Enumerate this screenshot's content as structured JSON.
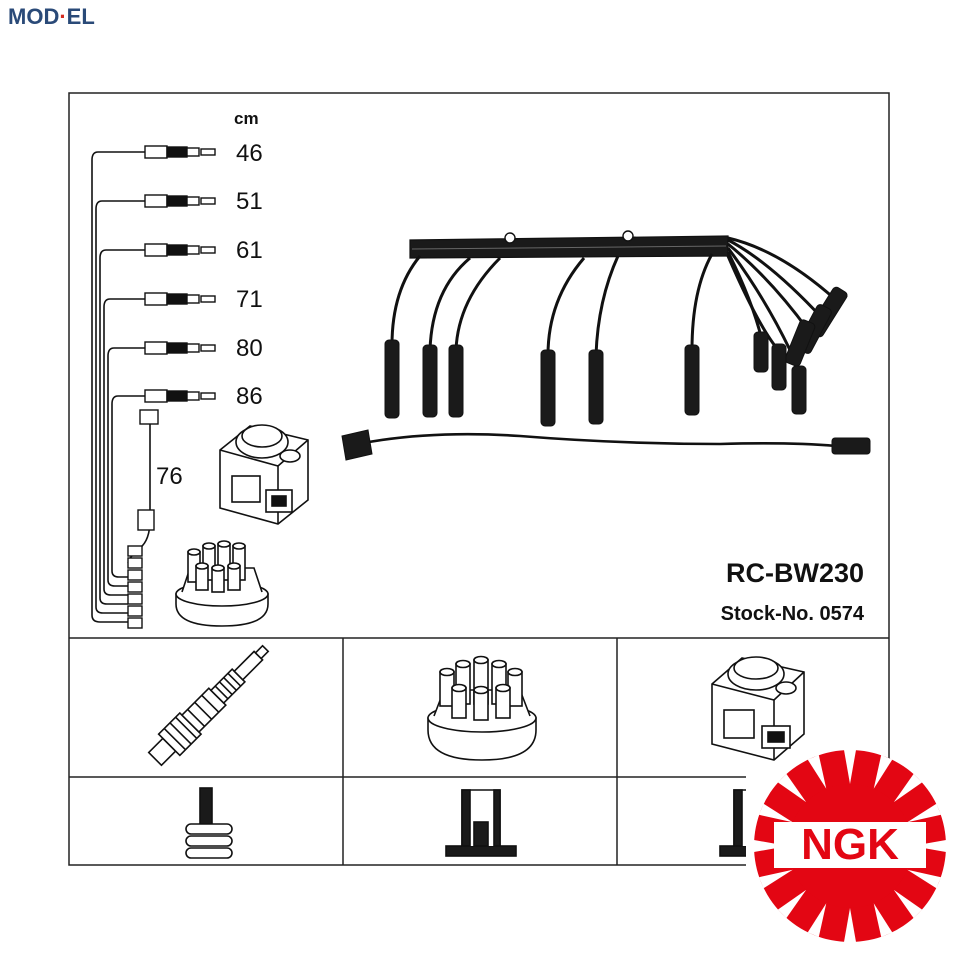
{
  "brand": {
    "left": "MOD",
    "dot": "·",
    "right": "EL",
    "color_dark": "#2a4a78",
    "color_accent": "#d42a1e"
  },
  "diagram": {
    "unit_label": "cm",
    "lengths": [
      "46",
      "51",
      "61",
      "71",
      "80",
      "86"
    ],
    "coil_lead_length": "76",
    "part_code": "RC-BW230",
    "stock_number": "Stock-No. 0574"
  },
  "components": {
    "top_row": [
      "spark-plug",
      "distributor-cap",
      "ignition-coil"
    ],
    "bottom_row": [
      "plug-terminal-screw",
      "cap-terminal-tower",
      "coil-terminal-tower"
    ]
  },
  "logo": {
    "text": "NGK",
    "color": "#e30613"
  }
}
